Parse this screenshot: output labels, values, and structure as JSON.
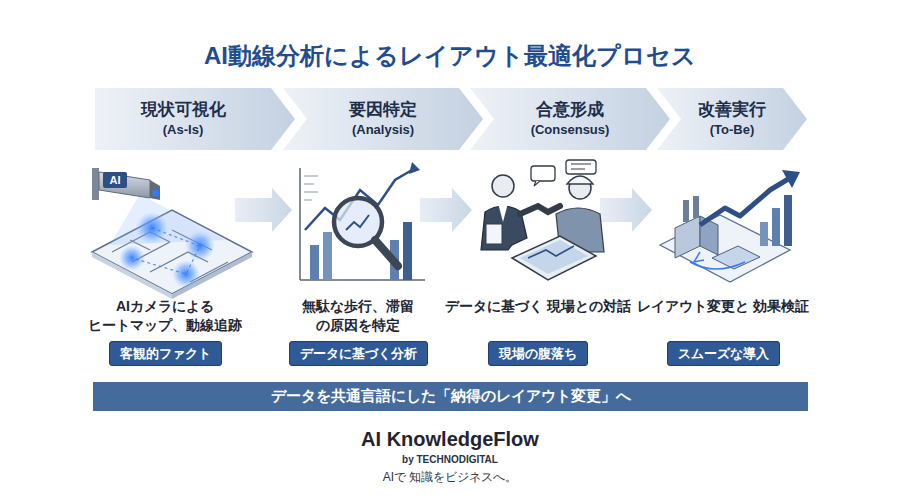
{
  "diagram": {
    "title": "AI動線分析によるレイアウト最適化プロセス",
    "nodes": [
      {
        "text": [
          "現状可視化",
          "(As-Is)"
        ]
      },
      {
        "text": [
          "要因特定",
          "(Analysis)"
        ]
      },
      {
        "text": [
          "合意形成",
          "(Consensus)"
        ]
      },
      {
        "text": [
          "改善実行",
          "(To-Be)"
        ]
      },
      {
        "text": [
          "客観的ファクト"
        ]
      },
      {
        "text": [
          "データに基づく分析"
        ]
      },
      {
        "text": [
          "現場の腹落ち"
        ]
      },
      {
        "text": [
          "スムーズな導入"
        ]
      },
      {
        "text": [
          "データを共通言語にした「納得のレイアウト変更」へ"
        ]
      }
    ],
    "labels": [
      "AI",
      "AIカメラによる ヒートマップ、動線追跡",
      "無駄な歩行、滞留 の原因を特定",
      "データに基づく 現場との対話",
      "レイアウト変更と 効果検証",
      "AI KnowledgeFlow",
      "by TECHNODIGITAL",
      "AIで 知識をビジネスへ。"
    ]
  }
}
